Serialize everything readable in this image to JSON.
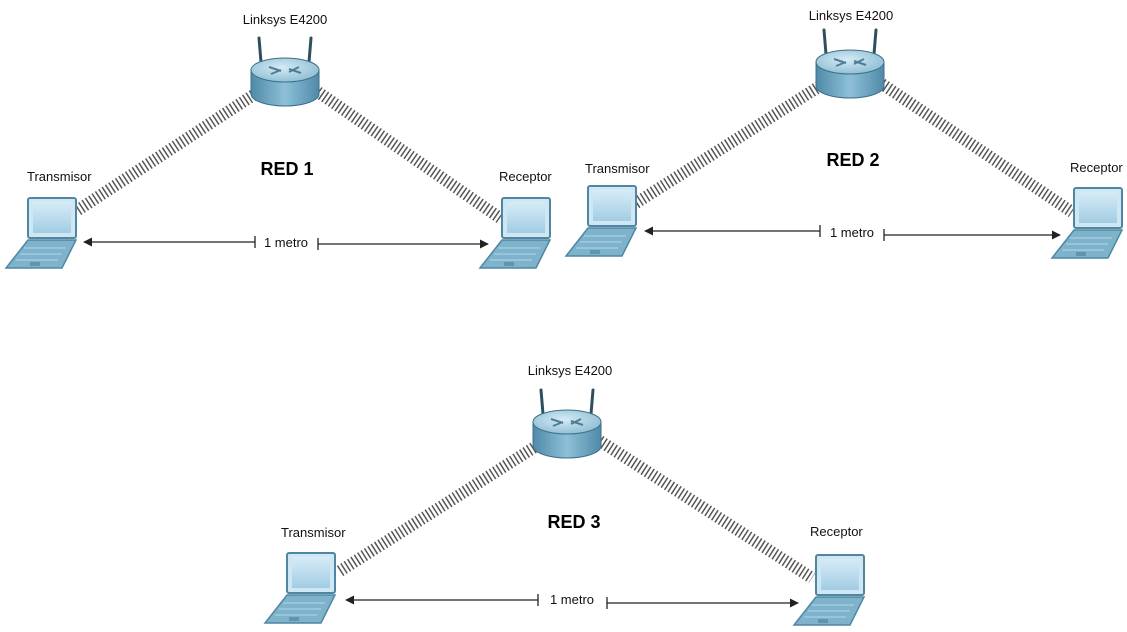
{
  "networks": [
    {
      "title": "RED 1",
      "router_label": "Linksys E4200",
      "transmitter_label": "Transmisor",
      "receiver_label": "Receptor",
      "distance_label": "1 metro"
    },
    {
      "title": "RED 2",
      "router_label": "Linksys E4200",
      "transmitter_label": "Transmisor",
      "receiver_label": "Receptor",
      "distance_label": "1 metro"
    },
    {
      "title": "RED 3",
      "router_label": "Linksys E4200",
      "transmitter_label": "Transmisor",
      "receiver_label": "Receptor",
      "distance_label": "1 metro"
    }
  ],
  "icons": {
    "router": "wireless-router-icon",
    "laptop": "laptop-icon"
  },
  "colors": {
    "router_body": "#6fa7c2",
    "router_top": "#a9d0e2",
    "laptop_screen": "#b9dcee",
    "laptop_frame": "#5d93ad",
    "wireless_link": "#555555"
  }
}
